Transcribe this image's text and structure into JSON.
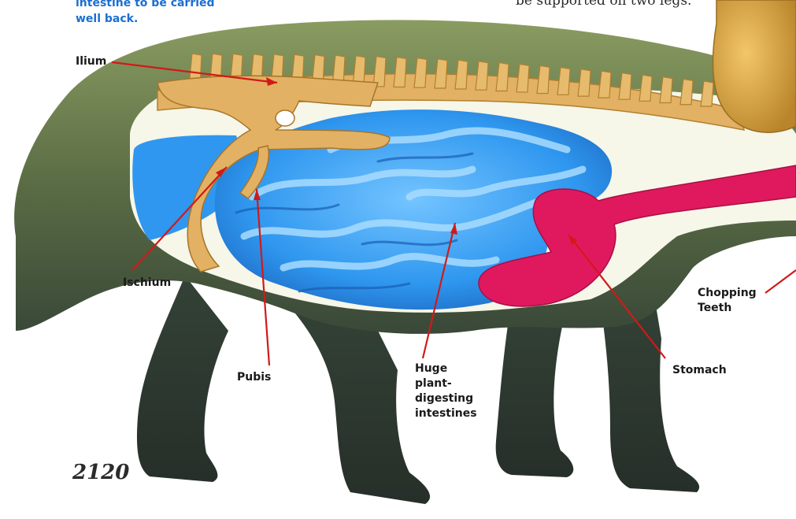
{
  "captions": {
    "top_left": "intestine to be carried\nwell back.",
    "top_right": "be supported on two legs."
  },
  "labels": {
    "ilium": "Ilium",
    "ischium": "Ischium",
    "pubis": "Pubis",
    "intestines": "Huge\nplant-\ndigesting\nintestines",
    "stomach": "Stomach",
    "teeth": "Chopping\nTeeth"
  },
  "page_number": "2120",
  "colors": {
    "skin": "#5c6e45",
    "skin_dark": "#2f3b33",
    "body_cavity": "#f6f6e9",
    "bone": "#e2b163",
    "intestine": "#2f97ef",
    "stomach": "#e0195f",
    "pointer": "#d01a1a",
    "caption_blue": "#1b6fd0"
  }
}
